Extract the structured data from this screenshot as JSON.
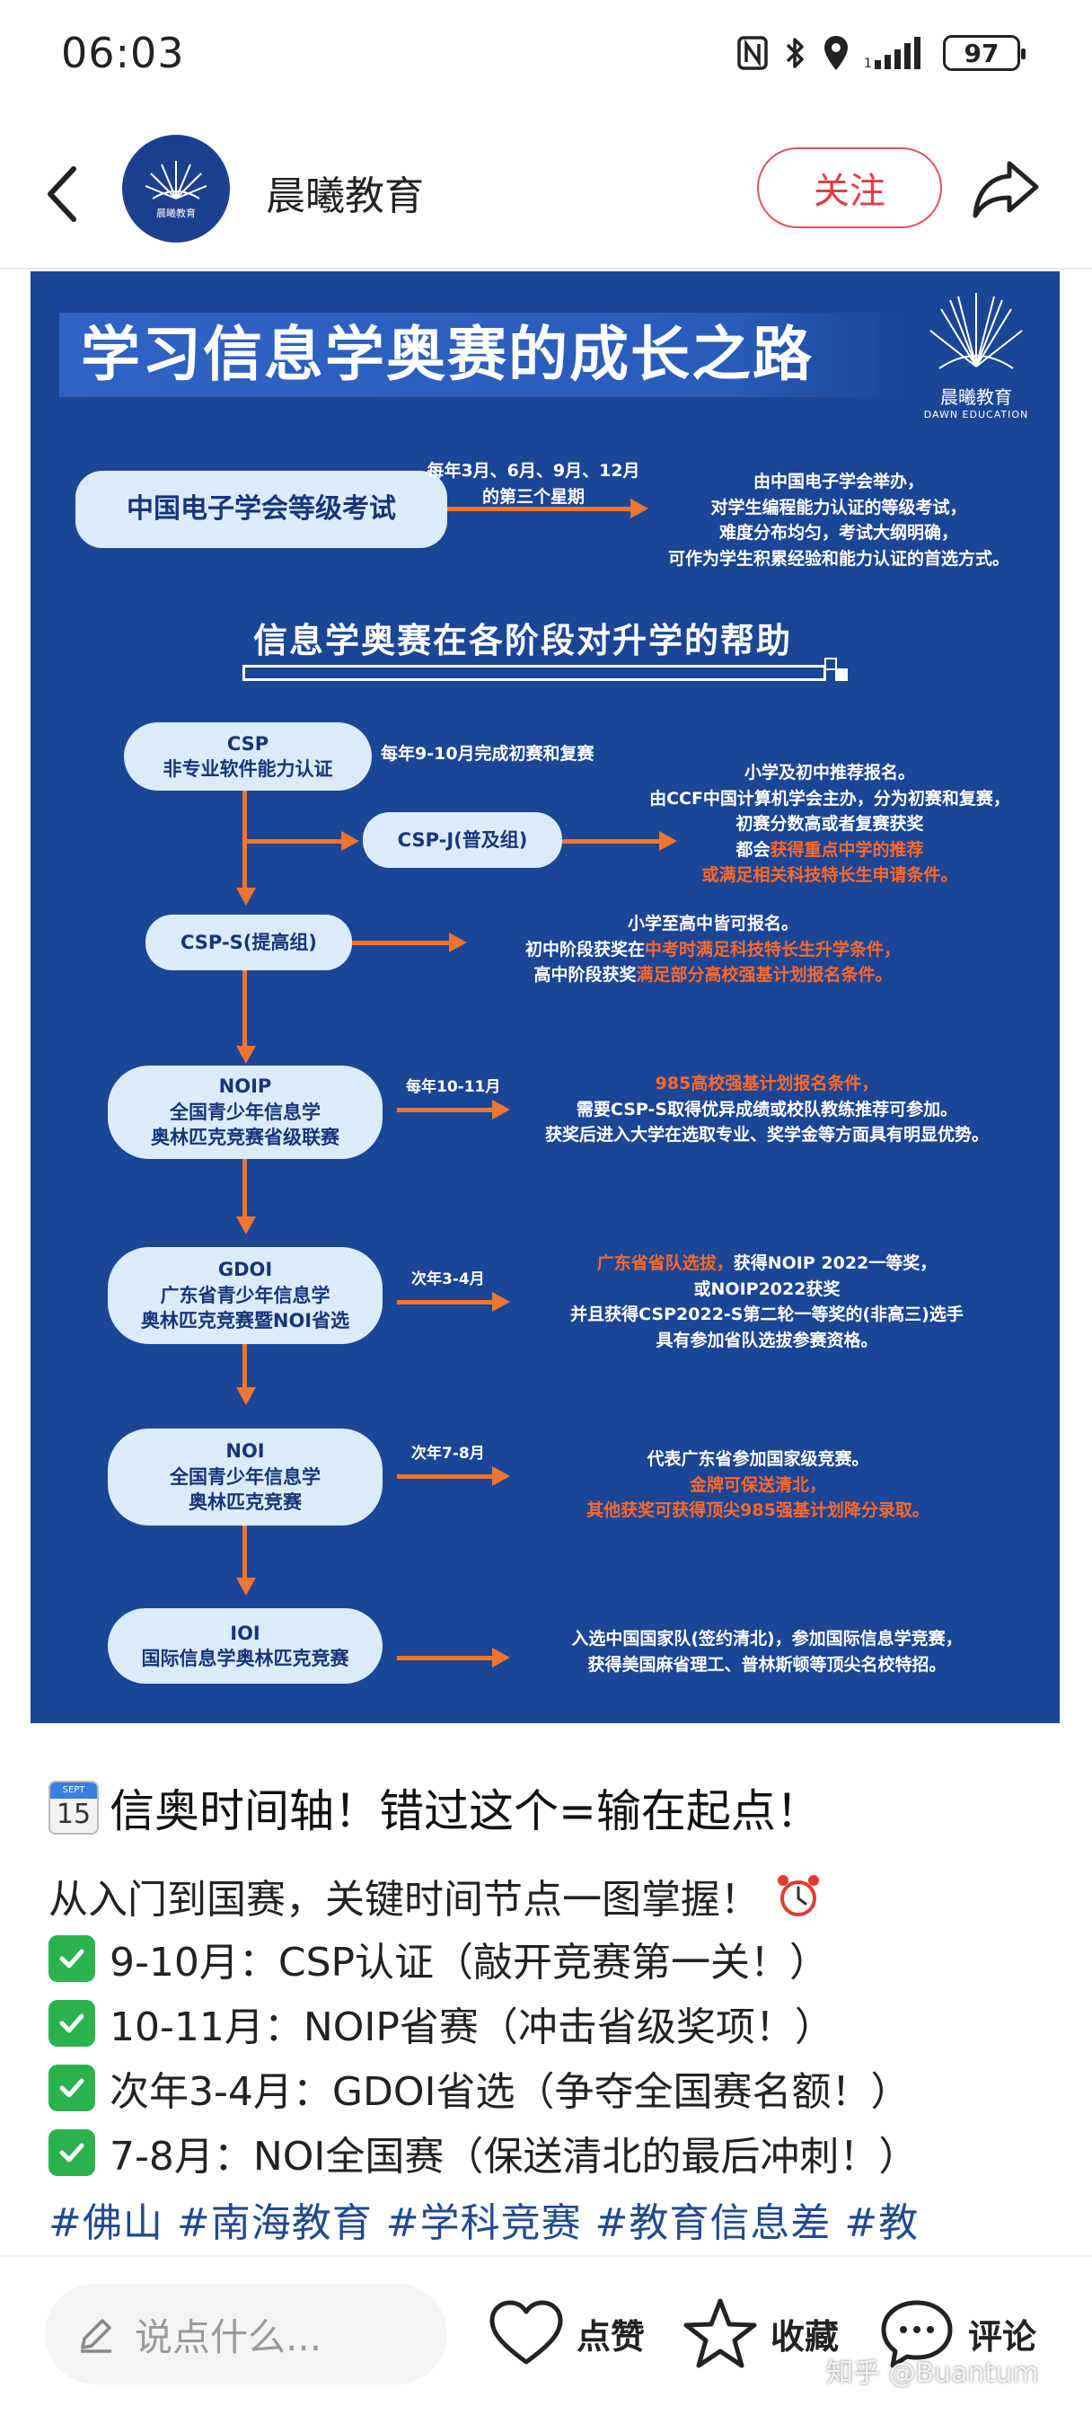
{
  "status_bar": {
    "time": "06:03",
    "battery": "97"
  },
  "header": {
    "account_name": "晨曦教育",
    "follow_label": "关注",
    "avatar_brand": "晨曦教育"
  },
  "poster": {
    "title": "学习信息学奥赛的成长之路",
    "logo_cn": "晨曦教育",
    "logo_en": "DAWN EDUCATION",
    "exam_pill": "中国电子学会等级考试",
    "exam_timing": "每年3月、6月、9月、12月\n的第三个星期",
    "exam_desc": "由中国电子学会举办，\n对学生编程能力认证的等级考试，\n难度分布均匀，考试大纲明确，\n可作为学生积累经验和能力认证的首选方式。",
    "subtitle": "信息学奥赛在各阶段对升学的帮助",
    "csp_pill": "CSP\n非专业软件能力认证",
    "csp_timing": "每年9-10月完成初赛和复赛",
    "cspj_pill": "CSP-J(普及组)",
    "cspj_desc_1": "小学及初中推荐报名。",
    "cspj_desc_2": "由CCF中国计算机学会主办，分为初赛和复赛，",
    "cspj_desc_3": "初赛分数高或者复赛获奖",
    "cspj_desc_4a": "都会",
    "cspj_desc_4b": "获得重点中学的推荐",
    "cspj_desc_5": "或满足相关科技特长生申请条件。",
    "csps_pill": "CSP-S(提高组)",
    "csps_desc_1": "小学至高中皆可报名。",
    "csps_desc_2a": "初中阶段获奖在",
    "csps_desc_2b": "中考时满足科技特长生升学条件，",
    "csps_desc_3a": "高中阶段获奖",
    "csps_desc_3b": "满足部分高校强基计划报名条件。",
    "noip_pill": "NOIP\n全国青少年信息学\n奥林匹克竞赛省级联赛",
    "noip_timing": "每年10-11月",
    "noip_desc_1": "985高校强基计划报名条件，",
    "noip_desc_2": "需要CSP-S取得优异成绩或校队教练推荐可参加。",
    "noip_desc_3": "获奖后进入大学在选取专业、奖学金等方面具有明显优势。",
    "gdoi_pill": "GDOI\n广东省青少年信息学\n奥林匹克竞赛暨NOI省选",
    "gdoi_timing": "次年3-4月",
    "gdoi_desc_1a": "广东省省队选拔，",
    "gdoi_desc_1b": "获得NOIP 2022一等奖，",
    "gdoi_desc_2": "或NOIP2022获奖",
    "gdoi_desc_3": "并且获得CSP2022-S第二轮一等奖的(非高三)选手",
    "gdoi_desc_4": "具有参加省队选拔参赛资格。",
    "noi_pill": "NOI\n全国青少年信息学\n奥林匹克竞赛",
    "noi_timing": "次年7-8月",
    "noi_desc_1": "代表广东省参加国家级竞赛。",
    "noi_desc_2": "金牌可保送清北，",
    "noi_desc_3": "其他获奖可获得顶尖985强基计划降分录取。",
    "ioi_pill": "IOI\n国际信息学奥林匹克竞赛",
    "ioi_desc_1": "入选中国国家队(签约清北)，参加国际信息学竞赛，",
    "ioi_desc_2": "获得美国麻省理工、普林斯顿等顶尖名校特招。"
  },
  "post": {
    "calendar_month": "SEPT",
    "calendar_day": "15",
    "title": "信奥时间轴！错过这个=输在起点！",
    "intro": "从入门到国赛，关键时间节点一图掌握！",
    "items": [
      "9-10月：CSP认证（敲开竞赛第一关！）",
      "10-11月：NOIP省赛（冲击省级奖项！）",
      "次年3-4月：GDOI省选（争夺全国赛名额！）",
      "7-8月：NOI全国赛（保送清北的最后冲刺！）"
    ],
    "tags": "#佛山 #南海教育 #学科竞赛 #教育信息差 #教"
  },
  "bottom_bar": {
    "comment_placeholder": "说点什么...",
    "like_label": "点赞",
    "collect_label": "收藏",
    "comment_label": "评论",
    "watermark": "知乎 @Buantum"
  },
  "colors": {
    "poster_bg": "#1b4595",
    "accent_orange": "#f2752f",
    "follow_red": "#e43c47",
    "check_green": "#2bb24c"
  }
}
